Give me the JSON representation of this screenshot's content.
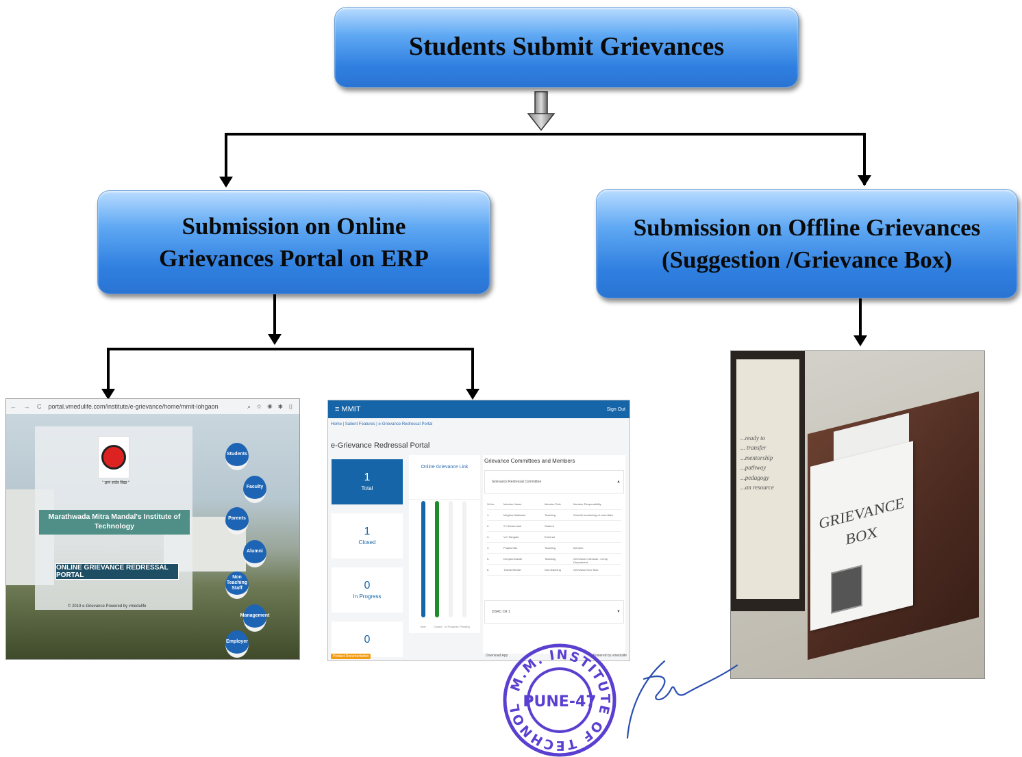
{
  "flow": {
    "top": "Students Submit Grievances",
    "online": {
      "line1": "Submission on Online",
      "line2": "Grievances Portal on ERP"
    },
    "offline": {
      "line1": "Submission on Offline Grievances",
      "line2": "(Suggestion /Grievance Box)"
    }
  },
  "portal_screenshot": {
    "url": "portal.vmedulife.com/institute/e-grievance/home/mmit-lohgaon",
    "logo_caption": "\" ज्ञानं सर्वत्र विद्या \"",
    "institute": "Marathwada Mitra Mandal's Institute of Technology",
    "portal_title": "ONLINE GRIEVANCE REDRESSAL PORTAL",
    "powered": "© 2019 e-Grievance Powered by vmedulife",
    "roles": [
      "Students",
      "Faculty",
      "Parents",
      "Alumni",
      "Non Teaching Staff",
      "Management",
      "Employer"
    ]
  },
  "dashboard_screenshot": {
    "brand": "≡  MMIT",
    "signout": "Sign Out",
    "breadcrumb": "Home | Salient Features | e-Grievance Redressal Portal",
    "page_title": "e-Grievance Redressal Portal",
    "stats": [
      {
        "value": "1",
        "label": "Total"
      },
      {
        "value": "1",
        "label": "Closed"
      },
      {
        "value": "0",
        "label": "In Progress"
      },
      {
        "value": "0",
        "label": ""
      }
    ],
    "chart_title": "Online Grievance Link",
    "chart_labels": [
      "Total",
      "Closed",
      "In Progress",
      "Pending"
    ],
    "committees_title": "Grievance Committees and Members",
    "committee_1": "Grievance Redressal Committee",
    "table_header": [
      "Sr.No.",
      "Member Name",
      "Member Role",
      "Member Responsibility"
    ],
    "table_rows": [
      [
        "1.",
        "Meghna Nathwani",
        "Teaching",
        "Smooth functioning of committee"
      ],
      [
        "2.",
        "S.Y.Deshmukh",
        "Student",
        ""
      ],
      [
        "3.",
        "V.K.Tamgale",
        "External",
        ""
      ],
      [
        "4.",
        "Prajkta Nile",
        "Teaching",
        "Member"
      ],
      [
        "5.",
        "Devyani Dande",
        "Teaching",
        "Grievance redressal - Comp Department"
      ],
      [
        "6.",
        "Tushar Bhosle",
        "Non-teaching",
        "Grievance Non-Teac"
      ]
    ],
    "committee_2": "DSRC CR 1",
    "footer_badge": "Product Documentation",
    "footer_download": "Download App",
    "footer_powered": "Powered by vmedulife"
  },
  "box_photo": {
    "sign_line1": "GRIEVANCE",
    "sign_line2": "BOX",
    "frame_lines": [
      "...ready to",
      "... transfer",
      "...mentorship",
      "...pathway",
      "...pedagogy",
      "...an resource"
    ]
  },
  "stamp": {
    "ring_text": "M.M. INSTITUTE OF TECHNOLOGY",
    "center": "PUNE-47"
  },
  "colors": {
    "box_blue": "#2f7fe0",
    "erp_blue": "#1565a8",
    "stamp_purple": "#5a3fd0"
  }
}
